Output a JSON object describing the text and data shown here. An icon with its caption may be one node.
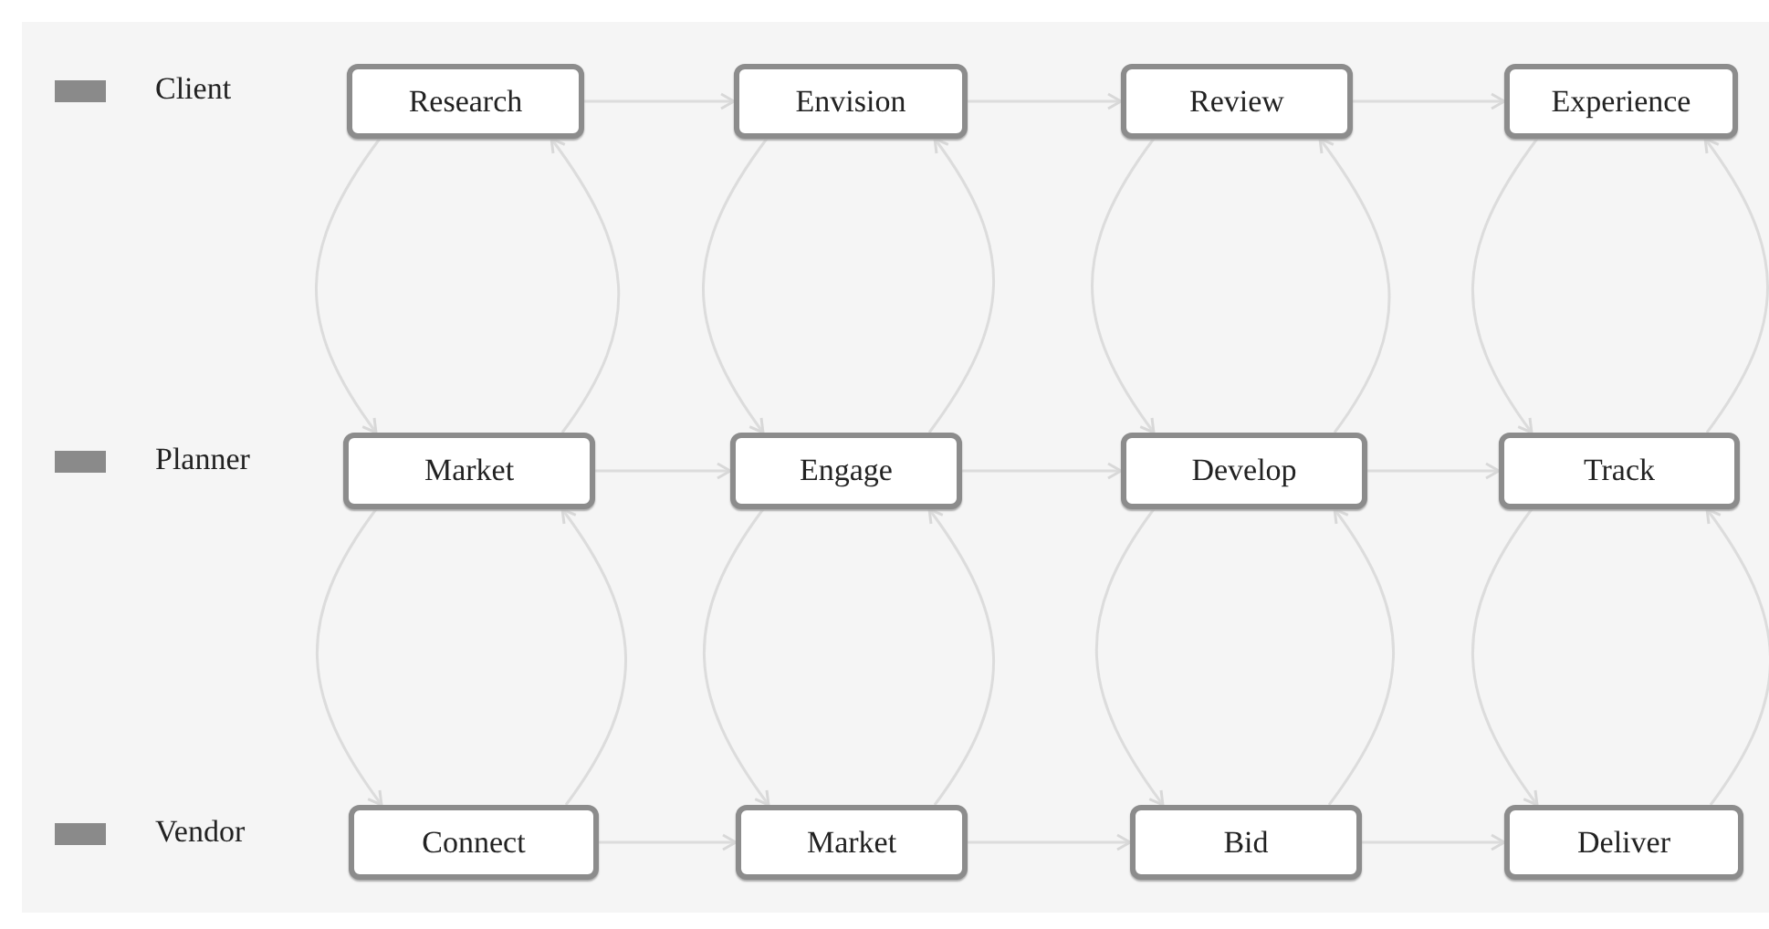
{
  "diagram": {
    "nodes": [
      {
        "text": [
          "Research"
        ]
      },
      {
        "text": [
          "Envision"
        ]
      },
      {
        "text": [
          "Review"
        ]
      },
      {
        "text": [
          "Experience"
        ]
      },
      {
        "text": [
          "Market"
        ]
      },
      {
        "text": [
          "Engage"
        ]
      },
      {
        "text": [
          "Develop"
        ]
      },
      {
        "text": [
          "Track"
        ]
      },
      {
        "text": [
          "Connect"
        ]
      },
      {
        "text": [
          "Market"
        ]
      },
      {
        "text": [
          "Bid"
        ]
      },
      {
        "text": [
          "Deliver"
        ]
      }
    ],
    "edges": [
      {
        "from": 0,
        "to": 1,
        "arrow": "to"
      },
      {
        "from": 1,
        "to": 2,
        "arrow": "to"
      },
      {
        "from": 2,
        "to": 3,
        "arrow": "to"
      },
      {
        "from": 4,
        "to": 5,
        "arrow": "to"
      },
      {
        "from": 5,
        "to": 6,
        "arrow": "to"
      },
      {
        "from": 6,
        "to": 7,
        "arrow": "to"
      },
      {
        "from": 8,
        "to": 9,
        "arrow": "to"
      },
      {
        "from": 9,
        "to": 10,
        "arrow": "to"
      },
      {
        "from": 10,
        "to": 11,
        "arrow": "to"
      },
      {
        "from": 0,
        "to": 4,
        "arrow": "to"
      },
      {
        "from": 4,
        "to": 0,
        "arrow": "to"
      },
      {
        "from": 4,
        "to": 8,
        "arrow": "to"
      },
      {
        "from": 8,
        "to": 4,
        "arrow": "to"
      },
      {
        "from": 1,
        "to": 5,
        "arrow": "to"
      },
      {
        "from": 5,
        "to": 1,
        "arrow": "to"
      },
      {
        "from": 5,
        "to": 9,
        "arrow": "to"
      },
      {
        "from": 9,
        "to": 5,
        "arrow": "to"
      },
      {
        "from": 2,
        "to": 6,
        "arrow": "to"
      },
      {
        "from": 6,
        "to": 2,
        "arrow": "to"
      },
      {
        "from": 6,
        "to": 10,
        "arrow": "to"
      },
      {
        "from": 10,
        "to": 6,
        "arrow": "to"
      },
      {
        "from": 3,
        "to": 7,
        "arrow": "to"
      },
      {
        "from": 7,
        "to": 3,
        "arrow": "to"
      },
      {
        "from": 7,
        "to": 11,
        "arrow": "to"
      },
      {
        "from": 11,
        "to": 7,
        "arrow": "to"
      }
    ],
    "legend": [
      {
        "text": "Client",
        "color": "#8a8a8a"
      },
      {
        "text": "Planner",
        "color": "#8a8a8a"
      },
      {
        "text": "Vendor",
        "color": "#8a8a8a"
      }
    ]
  }
}
